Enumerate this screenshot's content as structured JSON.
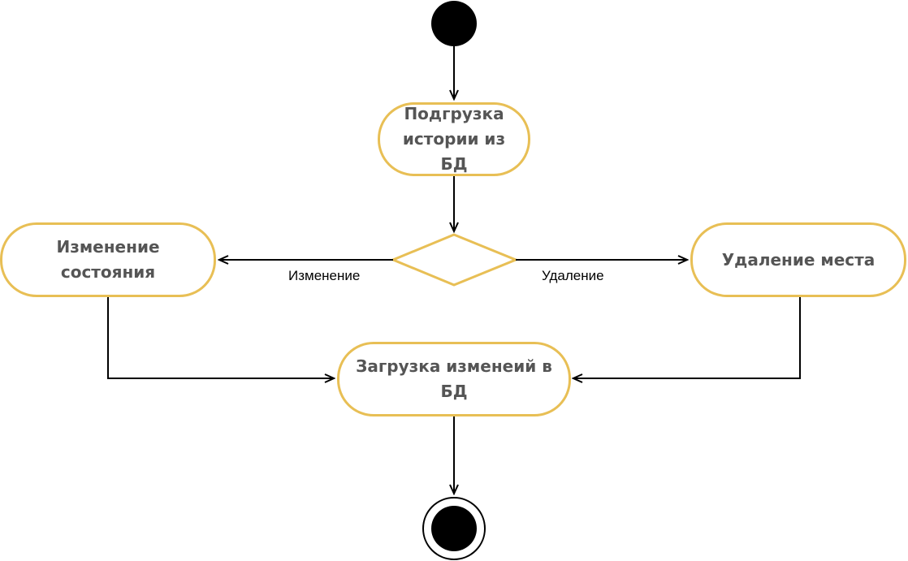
{
  "diagram": {
    "type": "activity",
    "nodes": {
      "load_history": "Подгрузка истории из БД",
      "change_state": "Изменение состояния",
      "delete_place": "Удаление места",
      "upload_changes": "Загрузка изменеий в БД"
    },
    "edge_labels": {
      "to_change": "Изменение",
      "to_delete": "Удаление"
    },
    "colors": {
      "node_border": "#e8bf55",
      "node_text": "#555555",
      "line": "#000000",
      "node_fill": "#ffffff"
    }
  }
}
